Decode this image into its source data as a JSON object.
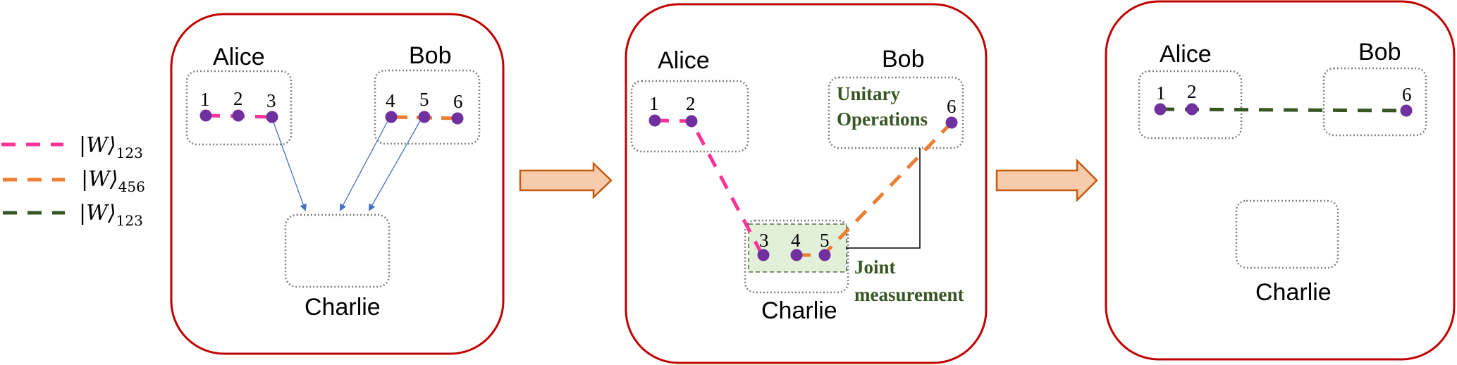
{
  "colors": {
    "panel_border": "#c00000",
    "qubit": "#7030a0",
    "w123": "#ff3399",
    "w456": "#ed7d31",
    "w_final": "#375623",
    "arrow_fill": "#f8cbad",
    "arrow_stroke": "#c55a11",
    "transfer": "#4472c4",
    "measurement_fill": "#e2efd9",
    "annotation_green": "#375623"
  },
  "legend": [
    {
      "name": "legend-w123-pink",
      "base": "|W⟩",
      "sub": "123",
      "color": "#ff3399"
    },
    {
      "name": "legend-w456-orange",
      "base": "|W⟩",
      "sub": "456",
      "color": "#ed7d31"
    },
    {
      "name": "legend-w123-green",
      "base": "|W⟩",
      "sub": "123",
      "color": "#375623"
    }
  ],
  "panel1": {
    "alice": "Alice",
    "bob": "Bob",
    "charlie": "Charlie",
    "qubits": [
      "1",
      "2",
      "3",
      "4",
      "5",
      "6"
    ]
  },
  "panel2": {
    "alice": "Alice",
    "bob": "Bob",
    "charlie": "Charlie",
    "qubits": [
      "1",
      "2",
      "3",
      "4",
      "5",
      "6"
    ],
    "unitary_line1": "Unitary",
    "unitary_line2": "Operations",
    "joint_line1": "Joint",
    "joint_line2": "measurement"
  },
  "panel3": {
    "alice": "Alice",
    "bob": "Bob",
    "charlie": "Charlie",
    "qubits": [
      "1",
      "2",
      "6"
    ]
  }
}
